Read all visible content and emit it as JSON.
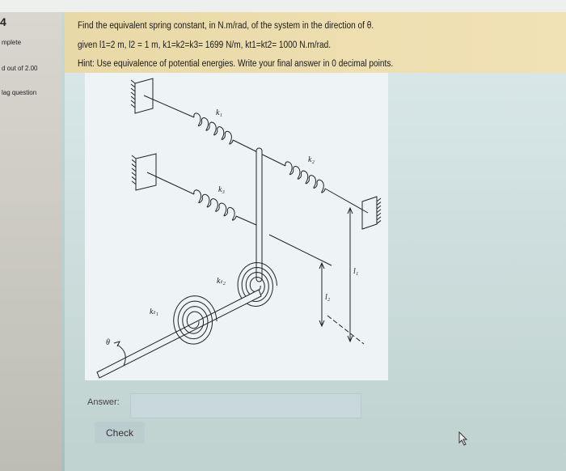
{
  "sidebar": {
    "question_number": "4",
    "status": "mplete",
    "mark": "d out of 2.00",
    "flag": "lag question"
  },
  "question": {
    "line1": "Find the equivalent spring constant, in  N.m/rad, of the system in the direction of θ.",
    "line2": "given  l1=2 m, l2 = 1 m, k1=k2=k3= 1699 N/m, kt1=kt2= 1000 N.m/rad.",
    "line3": "Hint: Use equivalence of potential energies. Write your final answer in 0 decimal points."
  },
  "diagram": {
    "k1": "k₁",
    "k2": "k₂",
    "k3": "k₃",
    "kt1": "kₜ₁",
    "kt2": "kₜ₂",
    "theta": "θ",
    "l1": "l₁",
    "l2": "l₂"
  },
  "answer": {
    "label": "Answer:",
    "value": ""
  },
  "check_label": "Check",
  "icons": {
    "cursor": "mouse-pointer-icon"
  }
}
